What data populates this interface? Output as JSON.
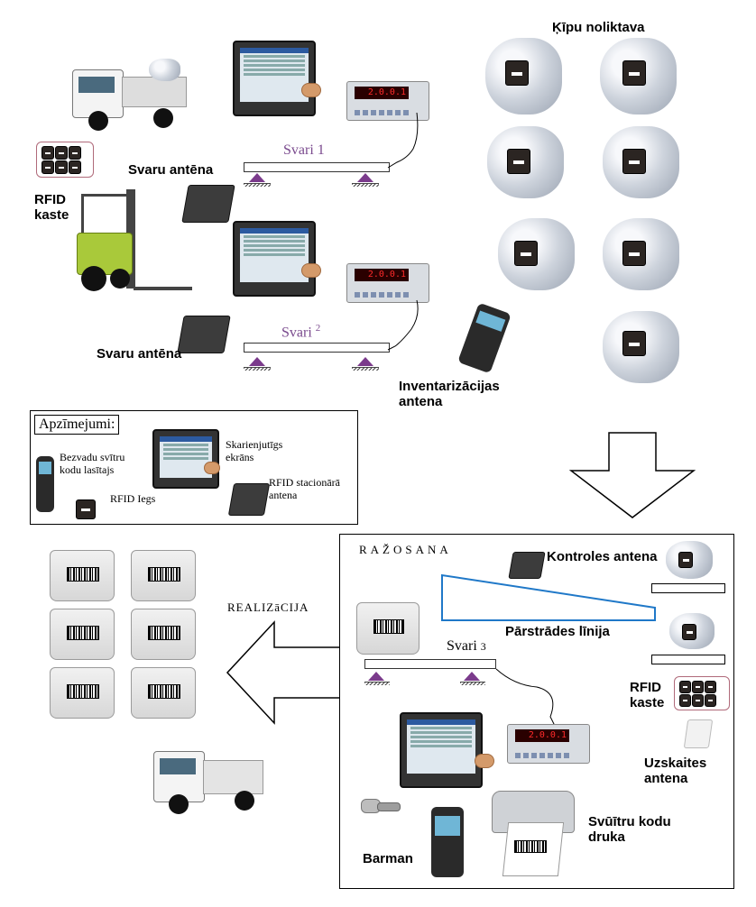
{
  "top": {
    "kipu_noliktava": "Ķīpu noliktava",
    "svaru_antena_1": "Svaru antēna",
    "svaru_antena_2": "Svaru antēna",
    "rfid_kaste_line1": "RFID",
    "rfid_kaste_line2": "kaste",
    "svari_1_prefix": "Svari",
    "svari_1_num": "1",
    "svari_2_prefix": "Svari",
    "svari_2_num": "2",
    "inventar_line1": "Inventarizācijas",
    "inventar_line2": "antena",
    "display_1": "2.0.0.1",
    "display_2": "2.0.0.1"
  },
  "legend": {
    "title": "Apzīmejumi:",
    "wireless_line1": "Bezvadu svītru",
    "wireless_line2": "kodu lasītajs",
    "touch_line1": "Skarienjutīgs",
    "touch_line2": "ekrāns",
    "rfid_tag": "RFID Iegs",
    "rfid_antenna_line1": "RFID stacionārā",
    "rfid_antenna_line2": "antena"
  },
  "bottom_left": {
    "realizacija": "REALIZāCIJA"
  },
  "production": {
    "title": "RAŽOSANA",
    "kontroles_antena": "Kontroles antena",
    "parstrades_linija": "Pārstrādes līnija",
    "svari_3_prefix": "Svari",
    "svari_3_num": "3",
    "rfid_kaste_line1": "RFID",
    "rfid_kaste_line2": "kaste",
    "uzskaites_line1": "Uzskaites",
    "uzskaites_line2": "antena",
    "svitru_line1": "Svūītru kodu",
    "svitru_line2": "druka",
    "barman": "Barman",
    "display_3": "2.0.0.1"
  },
  "colors": {
    "scale_label": "#7a4a8e",
    "pivot": "#7b3b8c",
    "conveyor": "#1f78c8",
    "forklift": "#a9c93a"
  }
}
